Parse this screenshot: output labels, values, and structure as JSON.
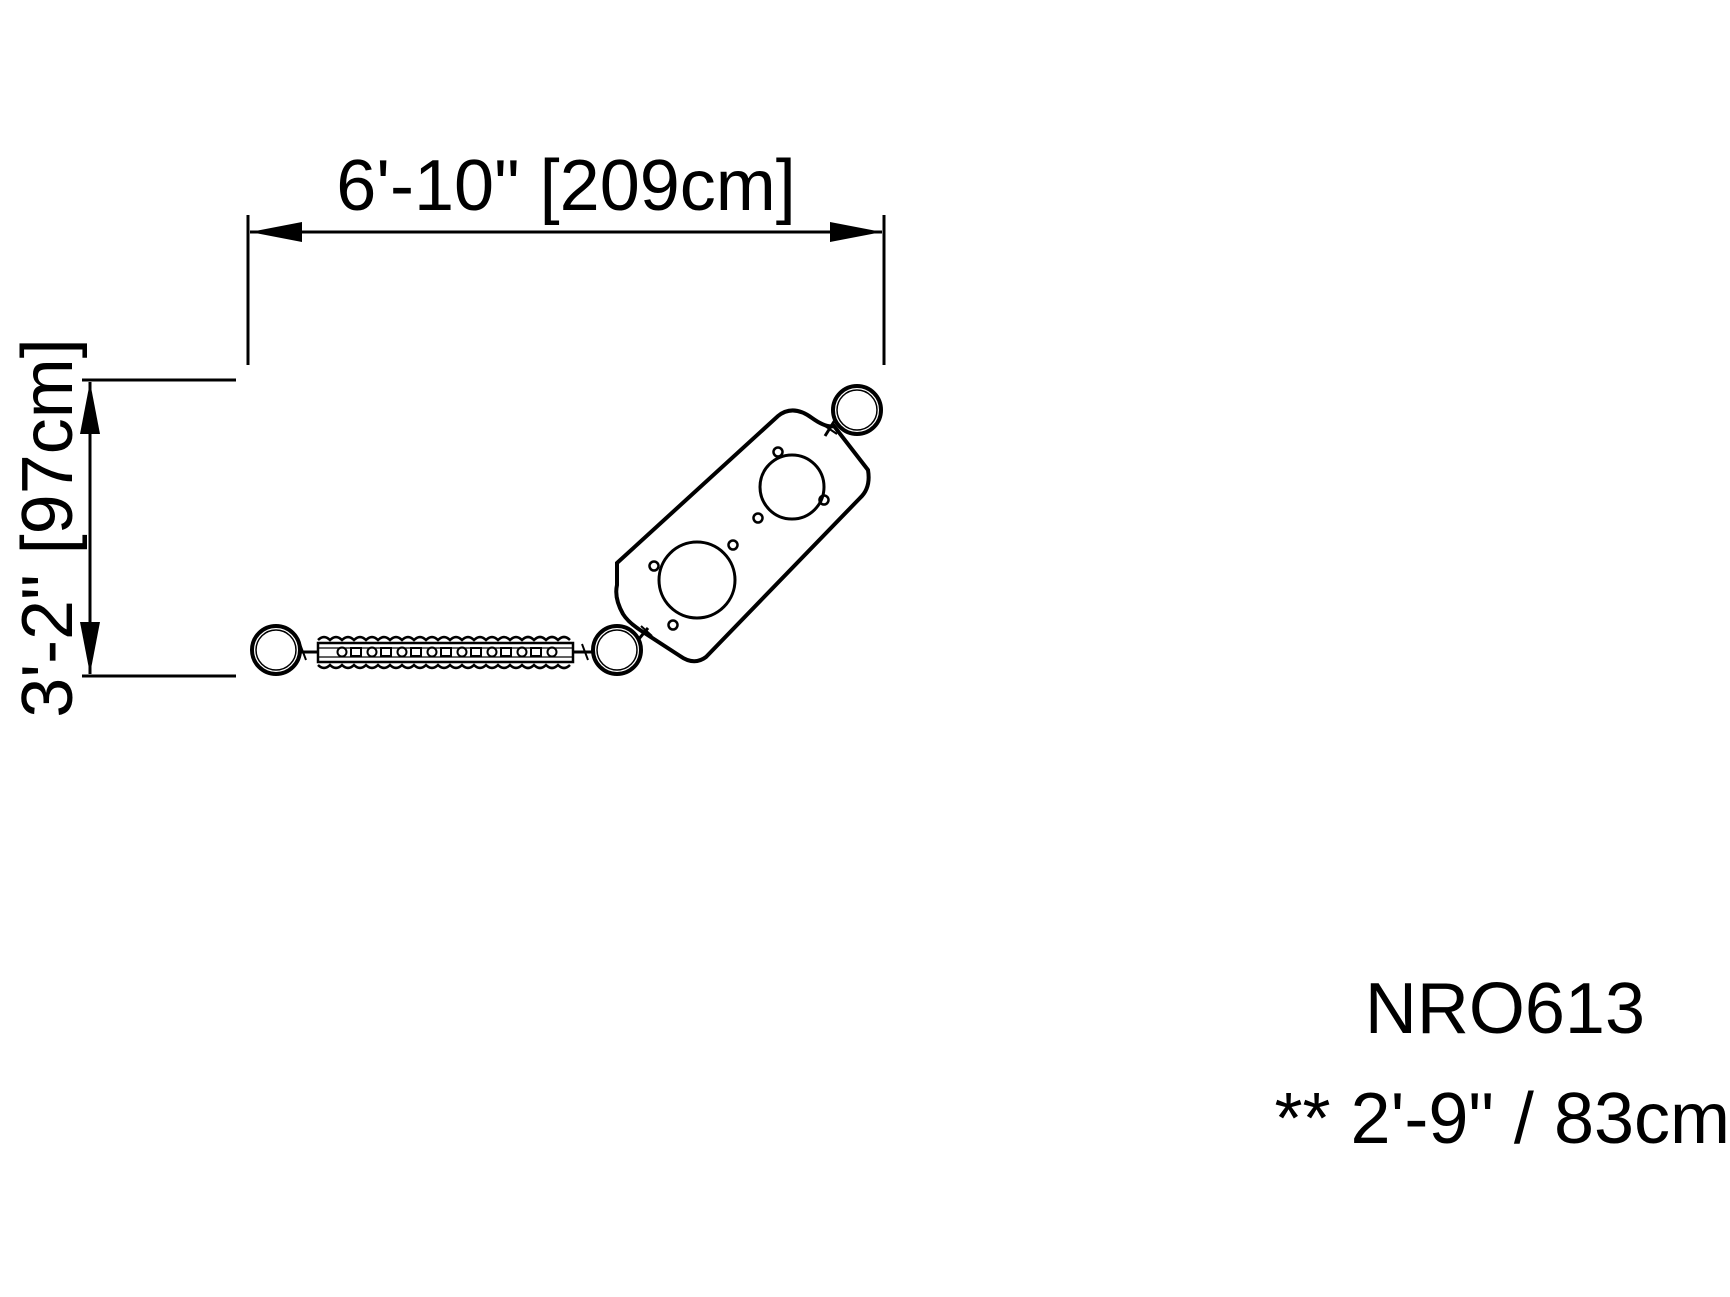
{
  "dimensions": {
    "width_label": "6'-10\" [209cm]",
    "depth_label": "3'-2\" [97cm]"
  },
  "product": {
    "model_code": "NRO613",
    "height_note": "** 2'-9\" / 83cm"
  },
  "colors": {
    "line": "#000000",
    "background": "#ffffff"
  }
}
